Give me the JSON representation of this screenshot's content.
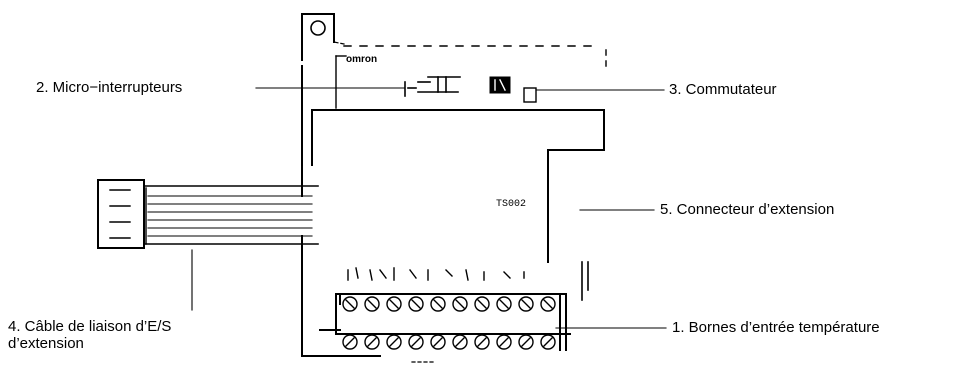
{
  "device": {
    "logo": "omron",
    "model": "TS002"
  },
  "callouts": {
    "c2": "2. Micro−interrupteurs",
    "c3": "3. Commutateur",
    "c5": "5. Connecteur d’extension",
    "c4_line1": "4. Câble de liaison d’E/S",
    "c4_line2": "d’extension",
    "c1": "1. Bornes d’entrée température"
  }
}
